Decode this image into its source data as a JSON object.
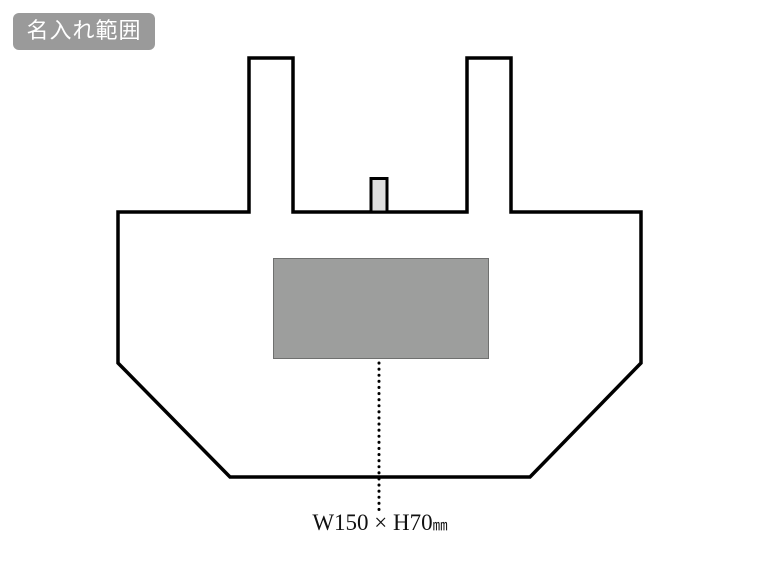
{
  "badge": {
    "label": "名入れ範囲",
    "background": "#9a9a9a",
    "text_color": "#ffffff"
  },
  "diagram": {
    "subject": "bag-outline",
    "outline_color": "#000000",
    "print_area": {
      "fill": "#9d9e9d",
      "width_mm": 150,
      "height_mm": 70
    },
    "center_tab_fill": "#e0e0e0"
  },
  "dimension": {
    "width_text": "W150",
    "times": "×",
    "height_text": "H70",
    "unit": "㎜"
  }
}
